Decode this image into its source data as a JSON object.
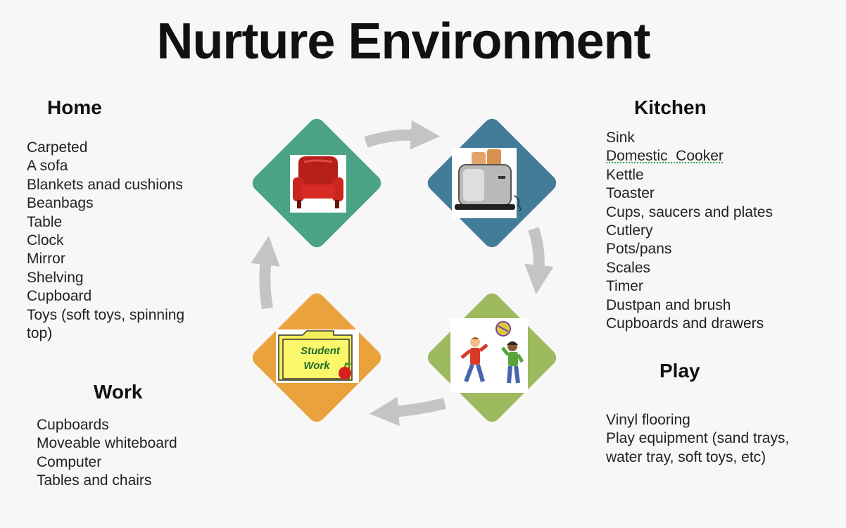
{
  "title": "Nurture Environment",
  "sections": {
    "home": {
      "heading": "Home",
      "items": [
        "Carpeted",
        "A sofa",
        "Blankets anad cushions",
        "Beanbags",
        "Table",
        "Clock",
        "Mirror",
        "Shelving",
        "Cupboard",
        "Toys (soft toys, spinning top)"
      ]
    },
    "kitchen": {
      "heading": "Kitchen",
      "items": [
        "Sink",
        "Domestic  Cooker",
        "Kettle",
        "Toaster",
        "Cups, saucers and plates",
        "Cutlery",
        "Pots/pans",
        "Scales",
        "Timer",
        "Dustpan and brush",
        "Cupboards and drawers"
      ]
    },
    "work": {
      "heading": "Work",
      "items": [
        "Cupboards",
        "Moveable whiteboard",
        "Computer",
        "Tables and chairs"
      ]
    },
    "play": {
      "heading": "Play",
      "items": [
        "Vinyl flooring",
        "Play equipment (sand trays, water tray, soft toys, etc)"
      ]
    }
  },
  "cycle": {
    "colors": {
      "home": "#4aa383",
      "kitchen": "#427c99",
      "play": "#9dba5f",
      "work": "#eaa23c",
      "arrow": "#c4c4c4"
    },
    "icons": [
      "armchair-icon",
      "toaster-icon",
      "children-playing-icon",
      "student-work-folder-icon"
    ],
    "folder_text_line1": "Student",
    "folder_text_line2": "Work"
  }
}
